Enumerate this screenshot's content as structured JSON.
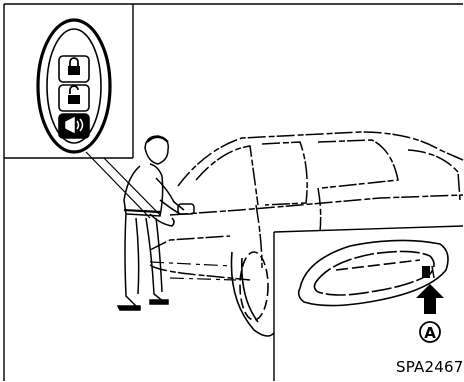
{
  "figure": {
    "callout_label": "A",
    "reference_code": "SPA2467"
  },
  "key_fob": {
    "buttons": [
      {
        "name": "lock-button",
        "icon": "padlock-closed"
      },
      {
        "name": "unlock-button",
        "icon": "padlock-open"
      },
      {
        "name": "panic-button",
        "icon": "horn-waves"
      }
    ]
  },
  "colors": {
    "ink": "#000000",
    "paper": "#ffffff"
  }
}
